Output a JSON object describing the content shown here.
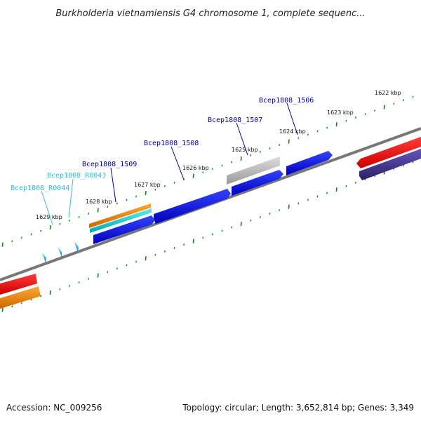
{
  "title": "Burkholderia vietnamiensis G4 chromosome 1, complete sequenc...",
  "footer": {
    "accession": "Accession: NC_009256",
    "summary": "Topology: circular; Length: 3,652,814 bp; Genes: 3,349"
  },
  "tick_labels": [
    "1622 kbp",
    "1623 kbp",
    "1624 kbp",
    "1625 kbp",
    "1626 kbp",
    "1627 kbp",
    "1628 kbp",
    "1629 kbp"
  ],
  "gene_labels": [
    {
      "text": "Bcep1808_1506",
      "color": "#0000a0"
    },
    {
      "text": "Bcep1808_1507",
      "color": "#0000a0"
    },
    {
      "text": "Bcep1808_1508",
      "color": "#0000a0"
    },
    {
      "text": "Bcep1808_1509",
      "color": "#0000a0"
    },
    {
      "text": "Bcep1808_R0043",
      "color": "#33bbdd"
    },
    {
      "text": "Bcep1808_R0044",
      "color": "#33bbdd"
    }
  ],
  "colors": {
    "backbone": "#777777",
    "tick": "#118811",
    "cds": "#0000dd",
    "rrna": "#ee0000",
    "trna": "#22aadd",
    "gene": "#ff8800",
    "rna_feature": "#11cccc",
    "pseudo": "#bbbbbb",
    "other": "#443388"
  }
}
